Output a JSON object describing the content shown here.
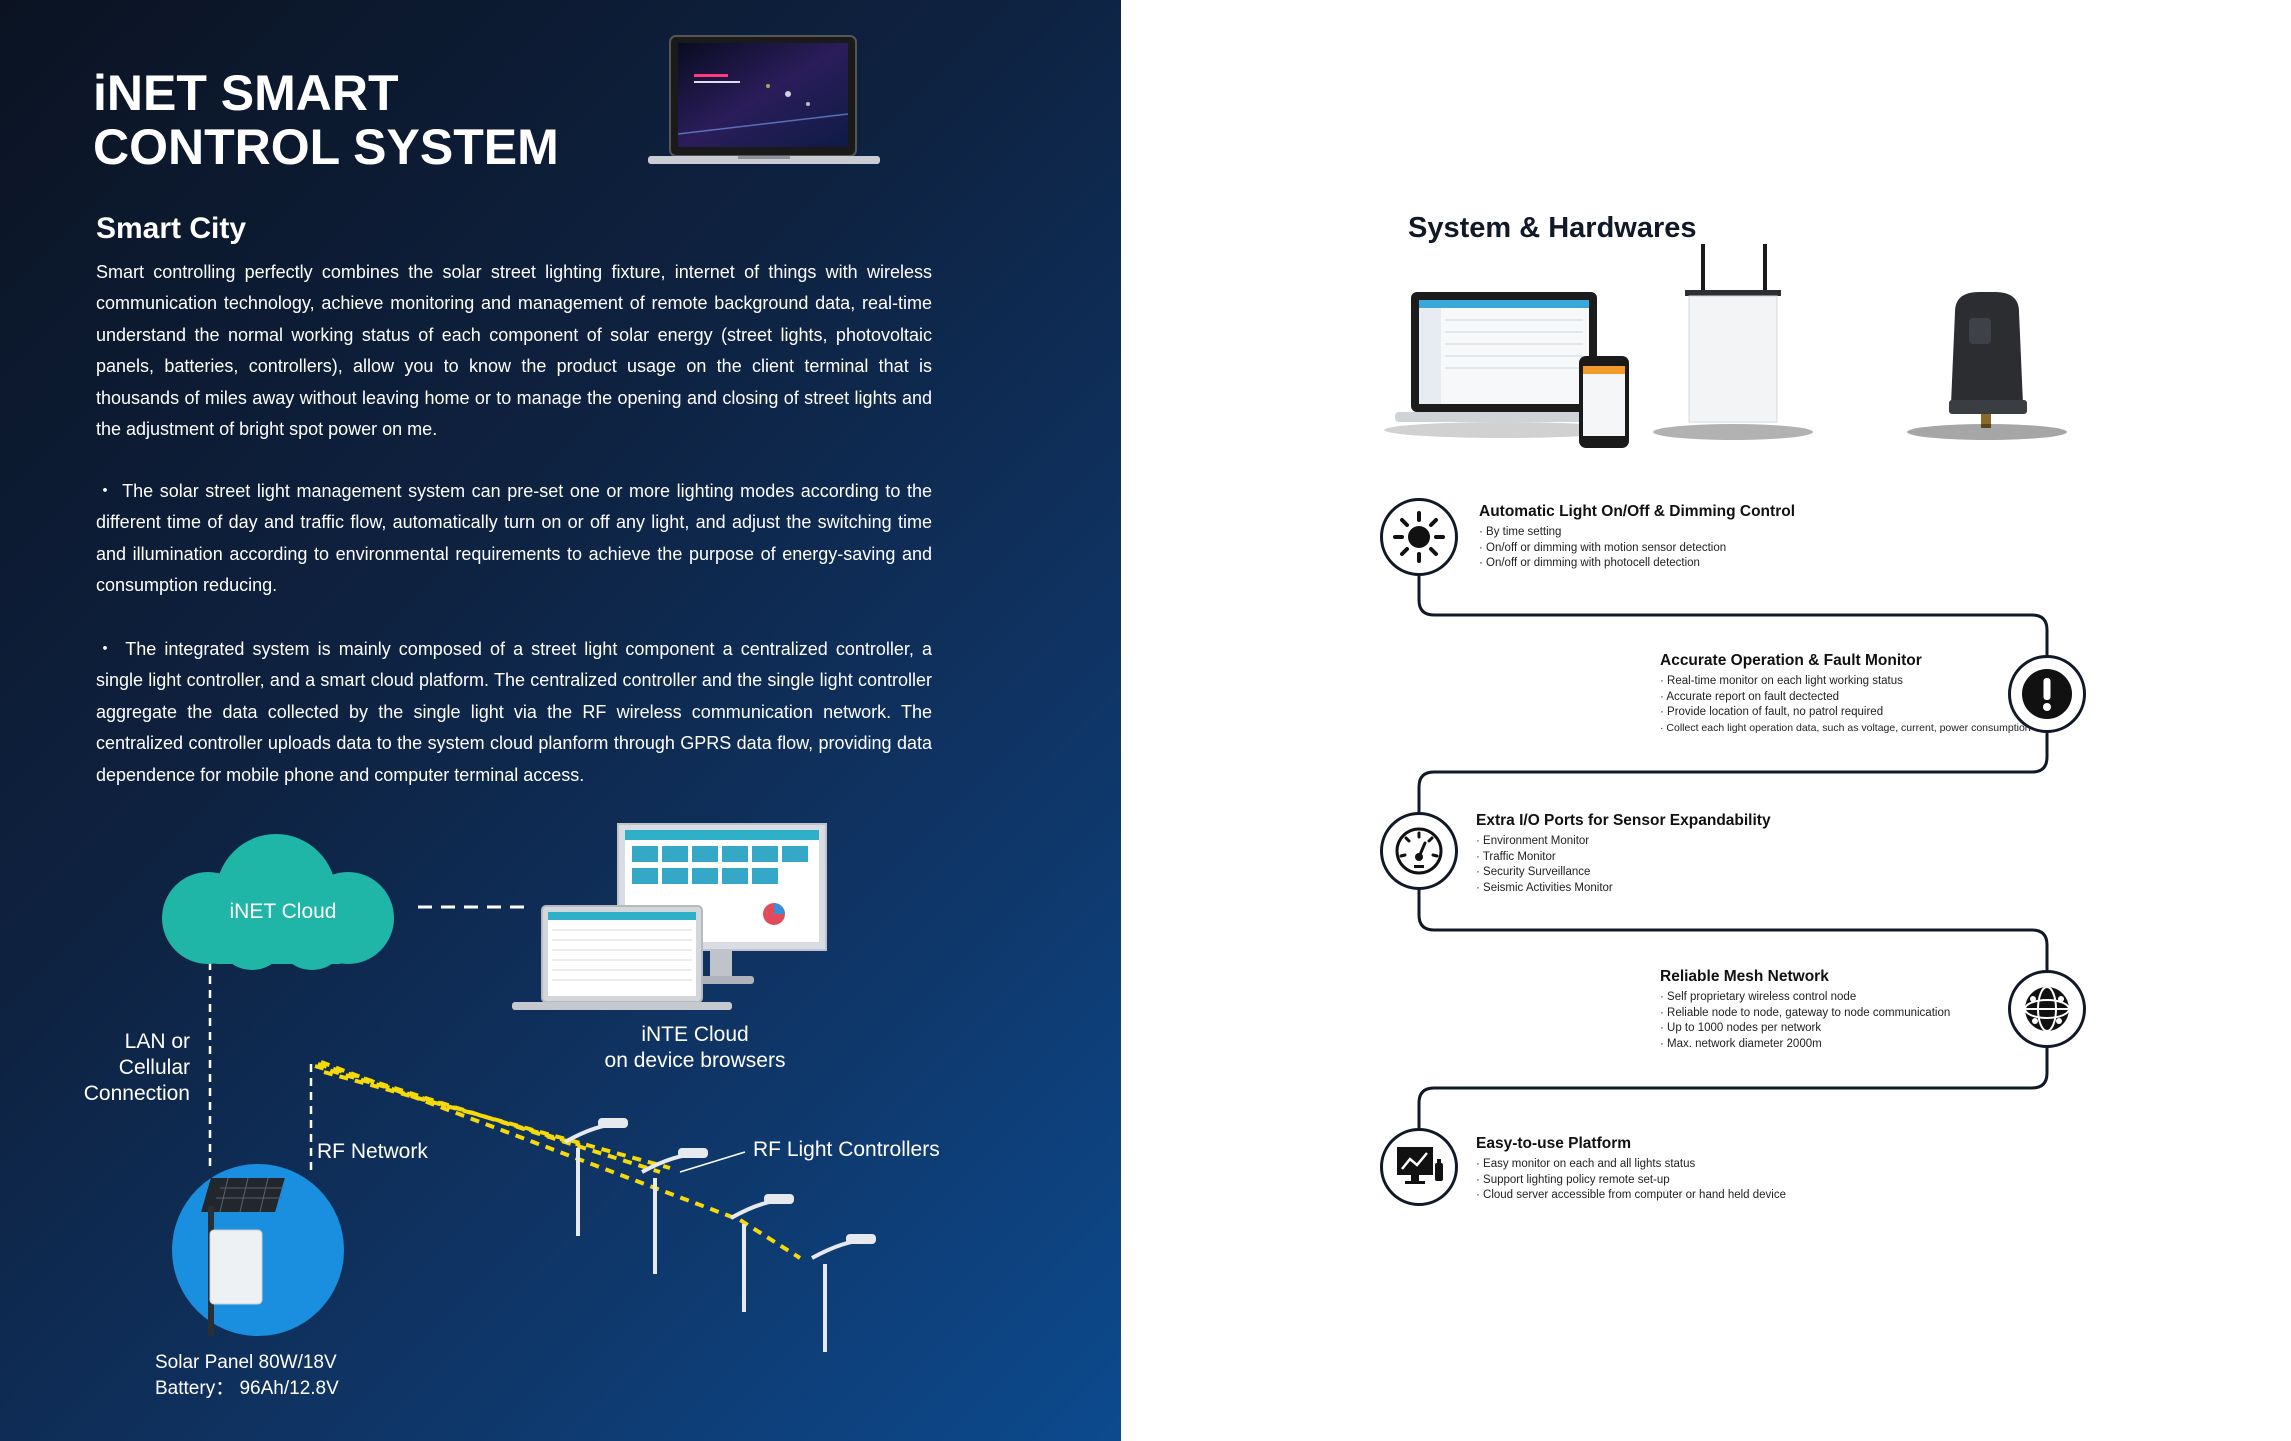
{
  "left": {
    "title_line1": "iNET SMART",
    "title_line2": "CONTROL SYSTEM",
    "section_title": "Smart City",
    "paragraph1": "Smart controlling perfectly combines the solar street lighting fixture, internet of things with wireless communication technology, achieve monitoring and management of remote background data, real-time understand the normal working status of each component of solar energy (street lights, photovoltaic panels, batteries, controllers), allow you to know the product usage on the client terminal that is thousands of miles away without leaving home or to manage the opening and closing of street lights and the adjustment of bright spot power on me.",
    "paragraph2": "・ The solar street light management system can pre-set one or more lighting modes according to the different time of day and traffic flow, automatically turn on or off any light, and adjust the switching time and illumination according to environmental requirements to achieve the purpose of energy-saving and consumption reducing.",
    "paragraph3": "・ The integrated system is mainly composed of a street light component a centralized controller, a single light controller, and a smart cloud platform. The centralized controller and the single light controller aggregate the data collected by the single light via the RF wireless communication network. The centralized controller uploads data to the system cloud planform through GPRS data flow, providing data dependence for mobile phone and computer terminal access.",
    "diagram": {
      "cloud_label": "iNET Cloud",
      "browser_label_line1": "iNTE Cloud",
      "browser_label_line2": "on device browsers",
      "lan_line1": "LAN or",
      "lan_line2": "Cellular",
      "lan_line3": "Connection",
      "rf_network": "RF Network",
      "rf_controllers": "RF Light Controllers",
      "solar_line1": "Solar Panel   80W/18V",
      "solar_line2": "Battery： 96Ah/12.8V",
      "cloud_color": "#1fb5a7"
    }
  },
  "right": {
    "section_title": "System & Hardwares",
    "features": [
      {
        "title": "Automatic Light On/Off & Dimming Control",
        "items": [
          "· By time setting",
          "· On/off or dimming with motion sensor detection",
          "· On/off or dimming with photocell detection"
        ],
        "icon": "sun-icon"
      },
      {
        "title": "Accurate Operation & Fault Monitor",
        "items": [
          "· Real-time monitor on each light  working status",
          "· Accurate report on fault dectected",
          "· Provide location of fault, no patrol required",
          "· Collect each light operation data, such as voltage, current, power consumption"
        ],
        "icon": "exclamation-icon"
      },
      {
        "title": "Extra I/O Ports for Sensor Expandability",
        "items": [
          "· Environment Monitor",
          "· Traffic Monitor",
          "· Security Surveillance",
          "· Seismic Activities Monitor"
        ],
        "icon": "gauge-icon"
      },
      {
        "title": "Reliable Mesh Network",
        "items": [
          "· Self proprietary wireless control node",
          "· Reliable node to node, gateway to node communication",
          "· Up to 1000 nodes per network",
          "· Max. network diameter 2000m"
        ],
        "icon": "globe-network-icon"
      },
      {
        "title": "Easy-to-use Platform",
        "items": [
          "· Easy monitor on each and all lights status",
          "· Support lighting policy remote set-up",
          "· Cloud server accessible from computer or hand held device"
        ],
        "icon": "dashboard-chart-icon"
      }
    ]
  }
}
